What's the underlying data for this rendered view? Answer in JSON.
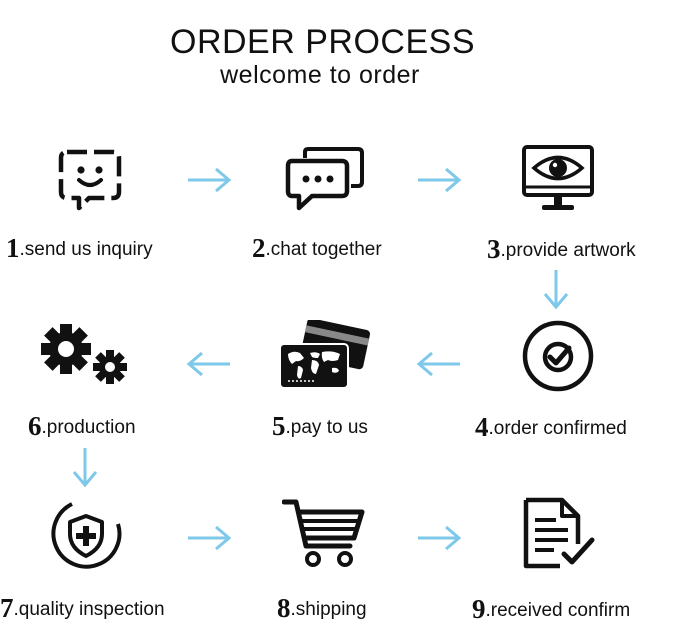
{
  "header": {
    "title": "ORDER PROCESS",
    "subtitle": "welcome to order"
  },
  "colors": {
    "arrow": "#7ec8ea",
    "icon": "#111111"
  },
  "steps": [
    {
      "number": "1",
      "text": ".send us inquiry",
      "icon": "smiling-chat-bubble-icon"
    },
    {
      "number": "2",
      "text": ".chat together",
      "icon": "chat-bubbles-icon"
    },
    {
      "number": "3",
      "text": ".provide artwork",
      "icon": "monitor-eye-icon"
    },
    {
      "number": "4",
      "text": ".order confirmed",
      "icon": "check-circle-icon"
    },
    {
      "number": "5",
      "text": ".pay to us",
      "icon": "payment-cards-icon"
    },
    {
      "number": "6",
      "text": ".production",
      "icon": "gears-icon"
    },
    {
      "number": "7",
      "text": ".quality inspection",
      "icon": "shield-plus-icon"
    },
    {
      "number": "8",
      "text": ".shipping",
      "icon": "shopping-cart-icon"
    },
    {
      "number": "9",
      "text": ".received confirm",
      "icon": "document-check-icon"
    }
  ]
}
